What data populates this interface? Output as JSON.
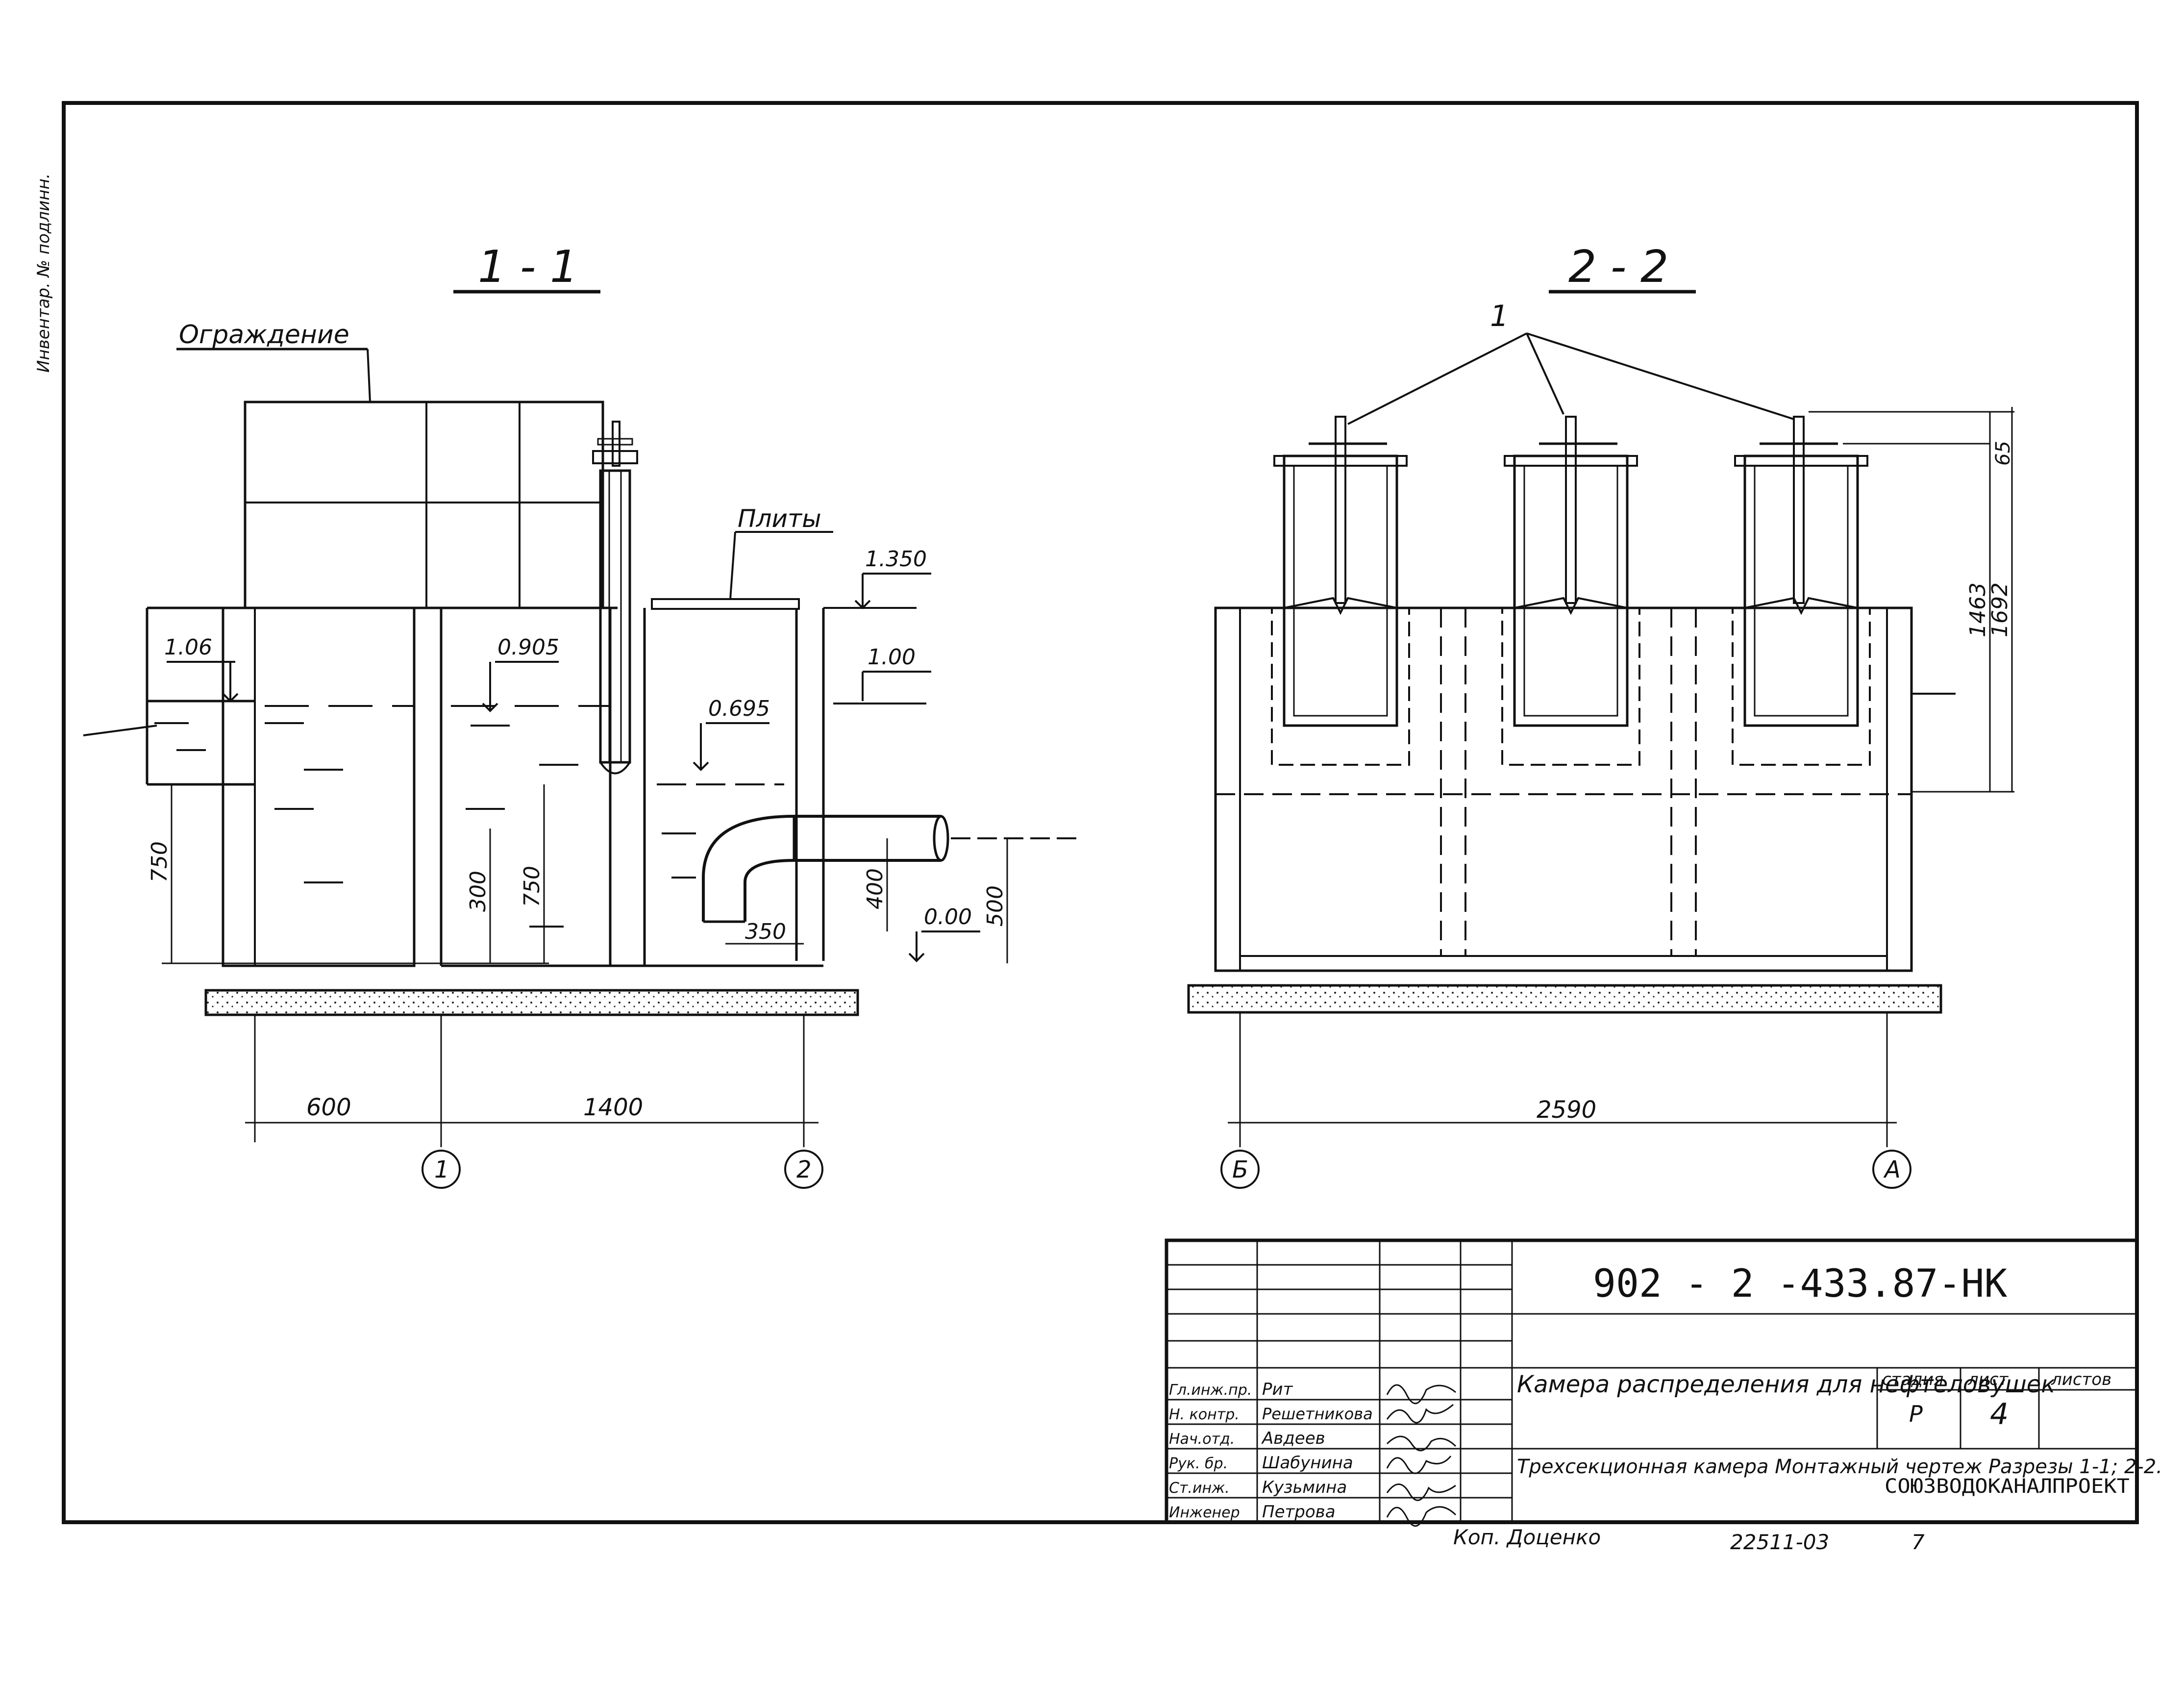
{
  "sheet": {
    "margin_note": "Инвентар. № подлинн."
  },
  "section_1": {
    "title": "1 - 1",
    "label_fence": "Ограждение",
    "label_plates": "Плиты",
    "levels": [
      "1.350",
      "1.06",
      "0.905",
      "1.00",
      "0.695",
      "0.00"
    ],
    "dims_vertical": [
      "750",
      "300",
      "750",
      "400",
      "500"
    ],
    "dim_pipe": "350",
    "dims_horizontal": [
      "600",
      "1400"
    ],
    "axes": [
      "1",
      "2"
    ]
  },
  "section_2": {
    "title": "2 - 2",
    "leader_label": "1",
    "dims_vertical": [
      "65",
      "1463",
      "1692"
    ],
    "dim_horizontal": "2590",
    "axes": [
      "Б",
      "А"
    ]
  },
  "title_block": {
    "code": "902 - 2 -433.87-НК",
    "project_name": "Камера распределения для нефтеловушек",
    "sheet_title": "Трехсекционная камера Монтажный чертеж Разрезы 1-1; 2-2.",
    "roles": [
      "Гл.инж.пр.",
      "Н. контр.",
      "Нач.отд.",
      "Рук. бр.",
      "Ст.инж.",
      "Инженер"
    ],
    "names": [
      "Рит",
      "Решетникова",
      "Авдеев",
      "Шабунина",
      "Кузьмина",
      "Петрова"
    ],
    "col_stage": "стадия",
    "col_sheet": "лист",
    "col_sheets": "листов",
    "stage": "Р",
    "sheet_no": "4",
    "org": "СОЮЗВОДОКАНАЛПРОЕКТ"
  },
  "footer": {
    "copied_by": "Коп. Доценко",
    "order_no": "22511-03",
    "page": "7"
  }
}
